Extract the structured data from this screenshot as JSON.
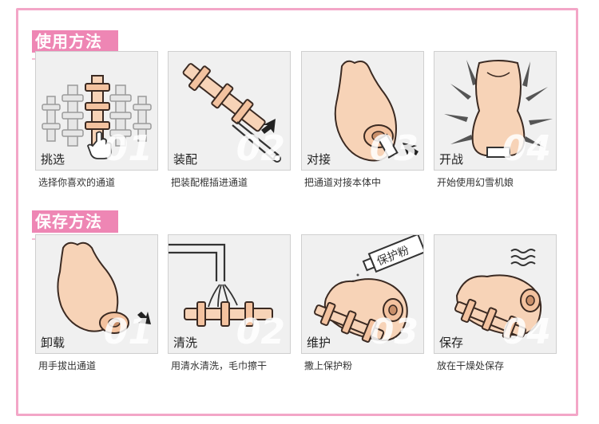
{
  "sections": [
    {
      "title": "使用方法",
      "cards": [
        {
          "title": "挑选",
          "desc": "选择你喜欢的通道",
          "num": "01"
        },
        {
          "title": "装配",
          "desc": "把装配棍插进通道",
          "num": "02"
        },
        {
          "title": "对接",
          "desc": "把通道对接本体中",
          "num": "03"
        },
        {
          "title": "开战",
          "desc": "开始使用幻雪机娘",
          "num": "04"
        }
      ]
    },
    {
      "title": "保存方法",
      "cards": [
        {
          "title": "卸载",
          "desc": "用手拔出通道",
          "num": "01"
        },
        {
          "title": "清洗",
          "desc": "用清水清洗，毛巾擦干",
          "num": "02"
        },
        {
          "title": "维护",
          "desc": "撒上保护粉",
          "num": "03"
        },
        {
          "title": "保存",
          "desc": "放在干燥处保存",
          "num": "04"
        }
      ]
    }
  ],
  "powder_label": "保护粉",
  "colors": {
    "accent": "#ee86b4",
    "border": "#f3a6c7",
    "skin": "#f7d3b7"
  }
}
